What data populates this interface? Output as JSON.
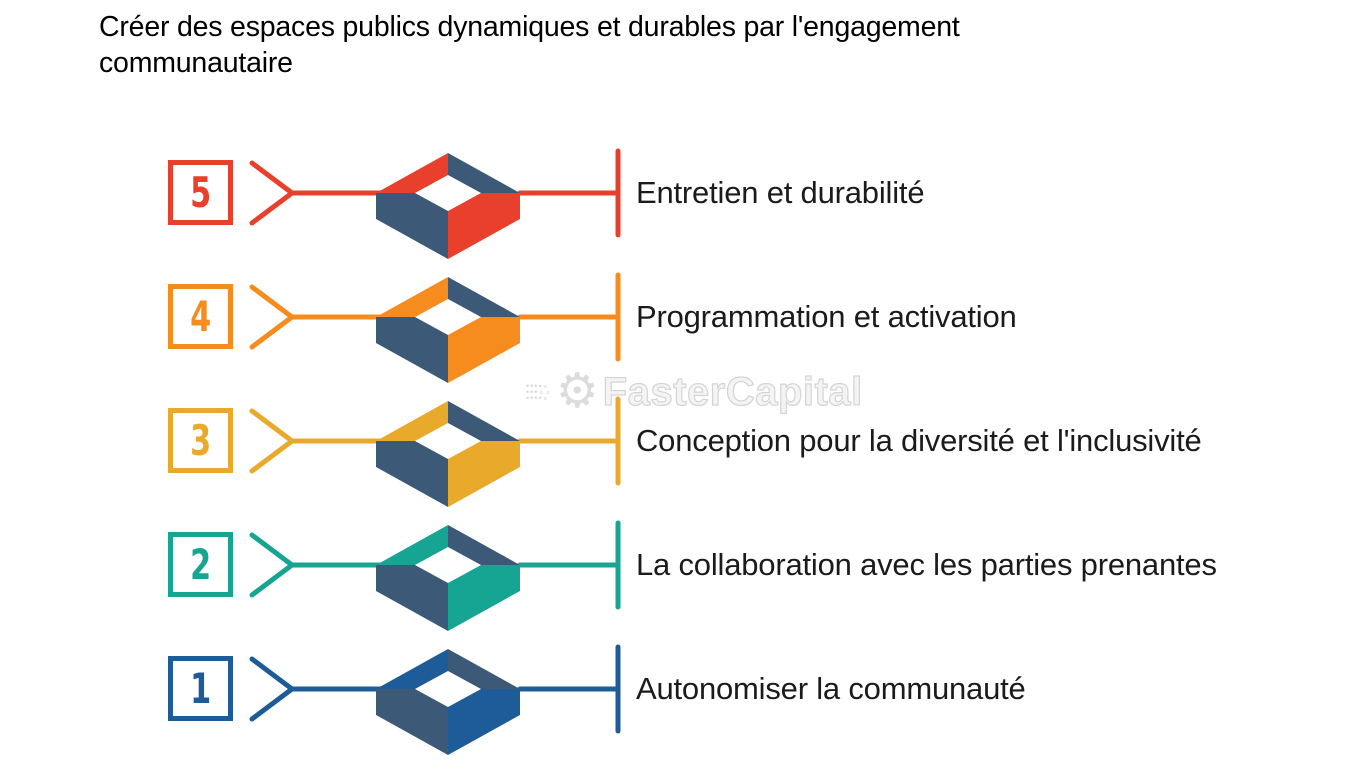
{
  "title": "Créer des espaces publics dynamiques et durables par l'engagement communautaire",
  "watermark": {
    "brand": "FasterCapital",
    "icon": "gear-icon",
    "color": "#d4d4d4"
  },
  "colors": {
    "slate": "#3C5977",
    "background": "#ffffff",
    "text": "#1b1b1b"
  },
  "steps": [
    {
      "number": "5",
      "label": "Entretien et durabilité",
      "accent": "#E8402C"
    },
    {
      "number": "4",
      "label": "Programmation et activation",
      "accent": "#F68B1E"
    },
    {
      "number": "3",
      "label": "Conception pour la diversité et l'inclusivité",
      "accent": "#E9A92B"
    },
    {
      "number": "2",
      "label": "La collaboration avec les parties prenantes",
      "accent": "#16A592"
    },
    {
      "number": "1",
      "label": "Autonomiser la communauté",
      "accent": "#1E5C99"
    }
  ]
}
